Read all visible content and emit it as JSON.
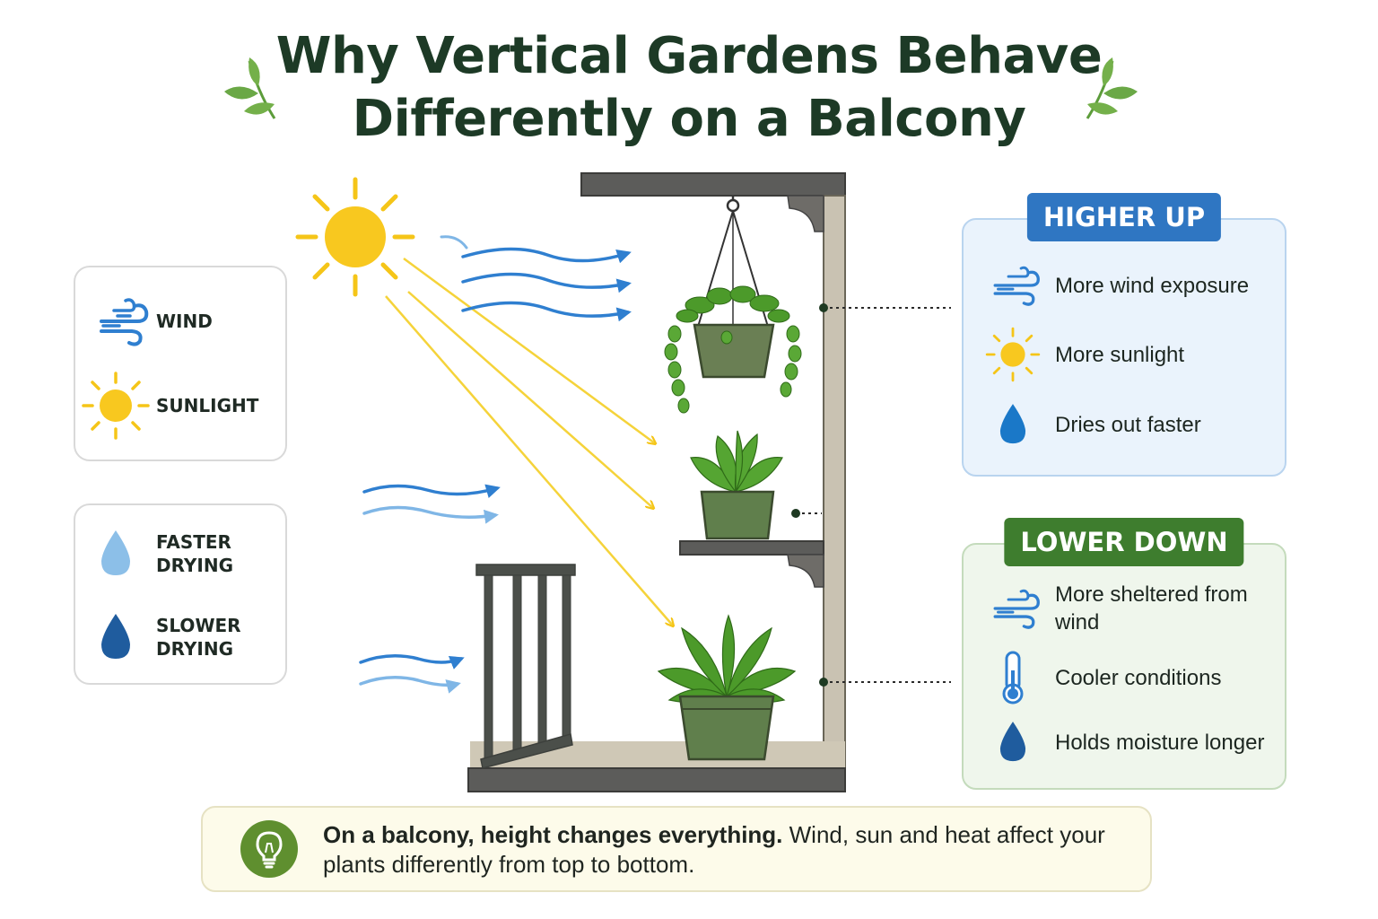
{
  "title": {
    "line1": "Why Vertical Gardens Behave",
    "line2": "Differently on a Balcony"
  },
  "legend": {
    "wind_label": "WIND",
    "sunlight_label": "SUNLIGHT",
    "faster_drying_line1": "FASTER",
    "faster_drying_line2": "DRYING",
    "slower_drying_line1": "SLOWER",
    "slower_drying_line2": "DRYING"
  },
  "higher_up": {
    "heading": "HIGHER UP",
    "items": [
      {
        "icon": "wind-icon",
        "label": "More wind exposure"
      },
      {
        "icon": "sun-icon",
        "label": "More sunlight"
      },
      {
        "icon": "water-drop-icon",
        "label": "Dries out faster"
      }
    ]
  },
  "lower_down": {
    "heading": "LOWER DOWN",
    "items": [
      {
        "icon": "wind-icon",
        "label": "More sheltered from wind"
      },
      {
        "icon": "thermometer-icon",
        "label": "Cooler conditions"
      },
      {
        "icon": "water-drop-icon",
        "label": "Holds moisture longer"
      }
    ]
  },
  "tip": {
    "icon": "lightbulb-icon",
    "bold": "On a balcony, height changes everything.",
    "rest": " Wind, sun and heat affect your plants differently from top to bottom."
  },
  "colors": {
    "title": "#1d3a26",
    "wind_blue": "#2f7fd0",
    "sun_yellow": "#f5c518",
    "drop_light": "#8cbfe8",
    "drop_dark": "#1f5c9e",
    "panel_high": "#2f76c2",
    "panel_low": "#3e7d2e",
    "plant_green": "#4c9a2a",
    "pot_green": "#5f8548",
    "structure": "#5b5b5b",
    "wall": "#c9c2b2"
  }
}
